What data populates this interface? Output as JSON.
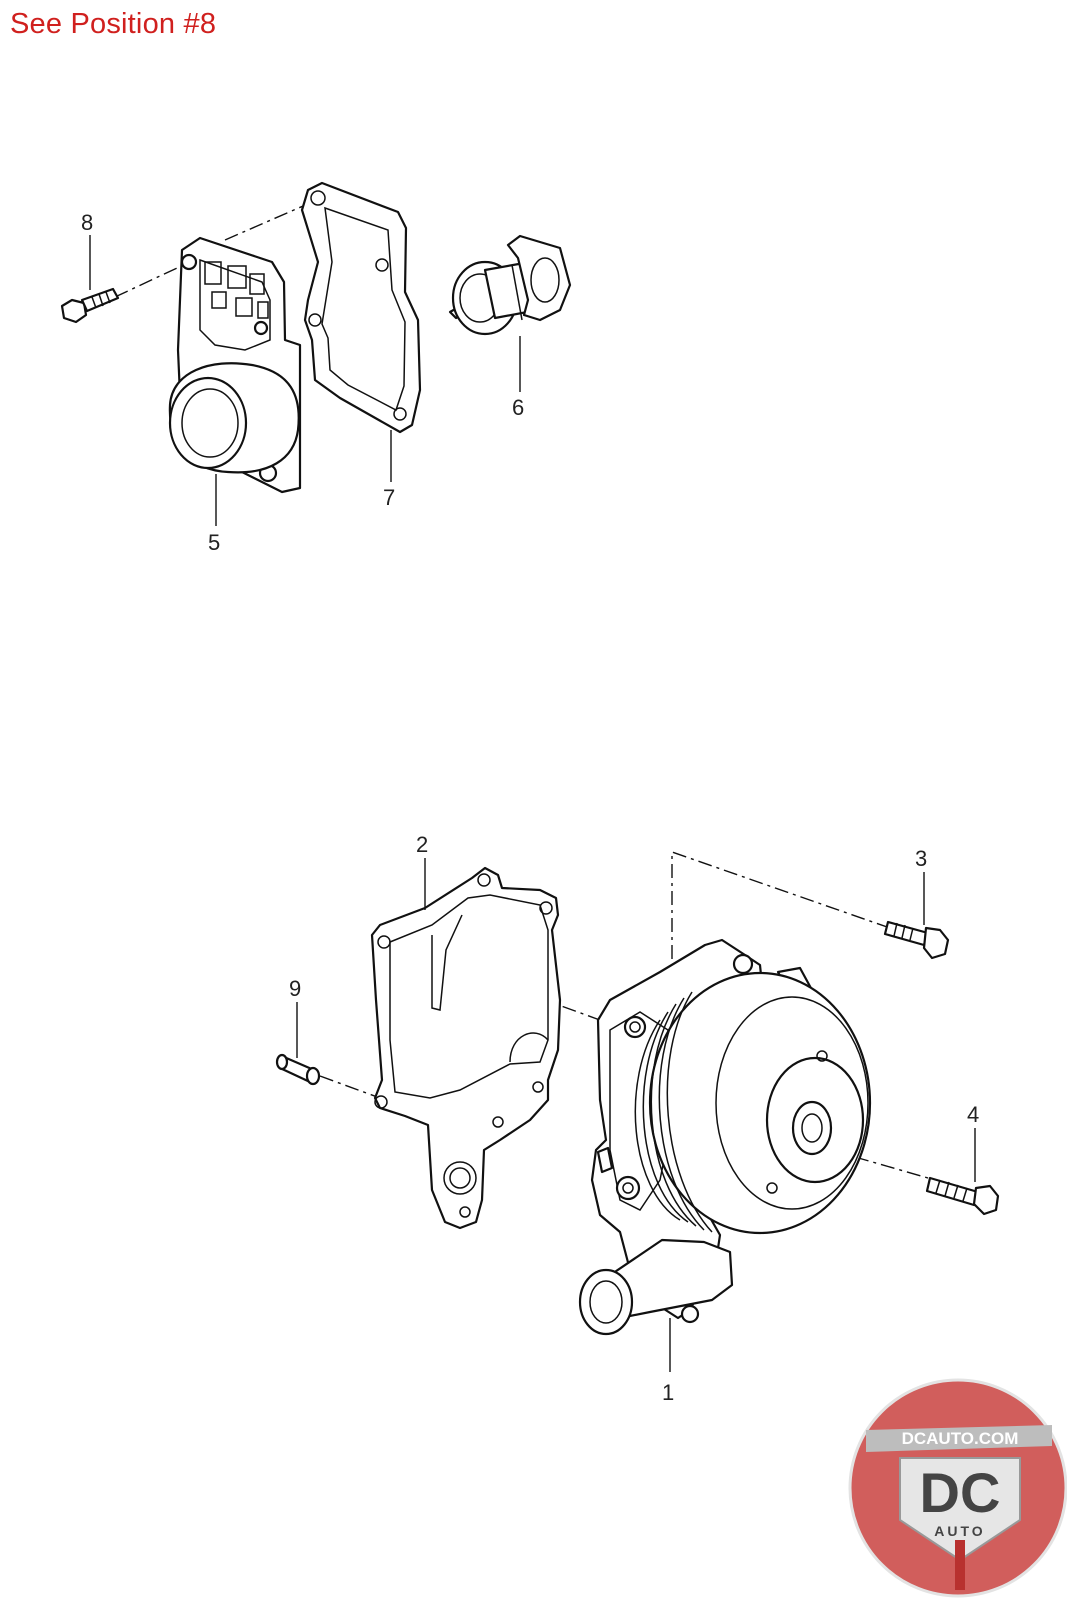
{
  "header": {
    "note": "See Position #8"
  },
  "callouts": [
    "8",
    "6",
    "7",
    "5",
    "2",
    "3",
    "9",
    "4",
    "1"
  ],
  "watermark": {
    "top_text": "DCAUTO.COM",
    "initials": "DC",
    "bottom_text": "AUTO"
  },
  "colors": {
    "header_red": "#d0201e",
    "line": "#111111",
    "badge_red": "#c9423f"
  }
}
